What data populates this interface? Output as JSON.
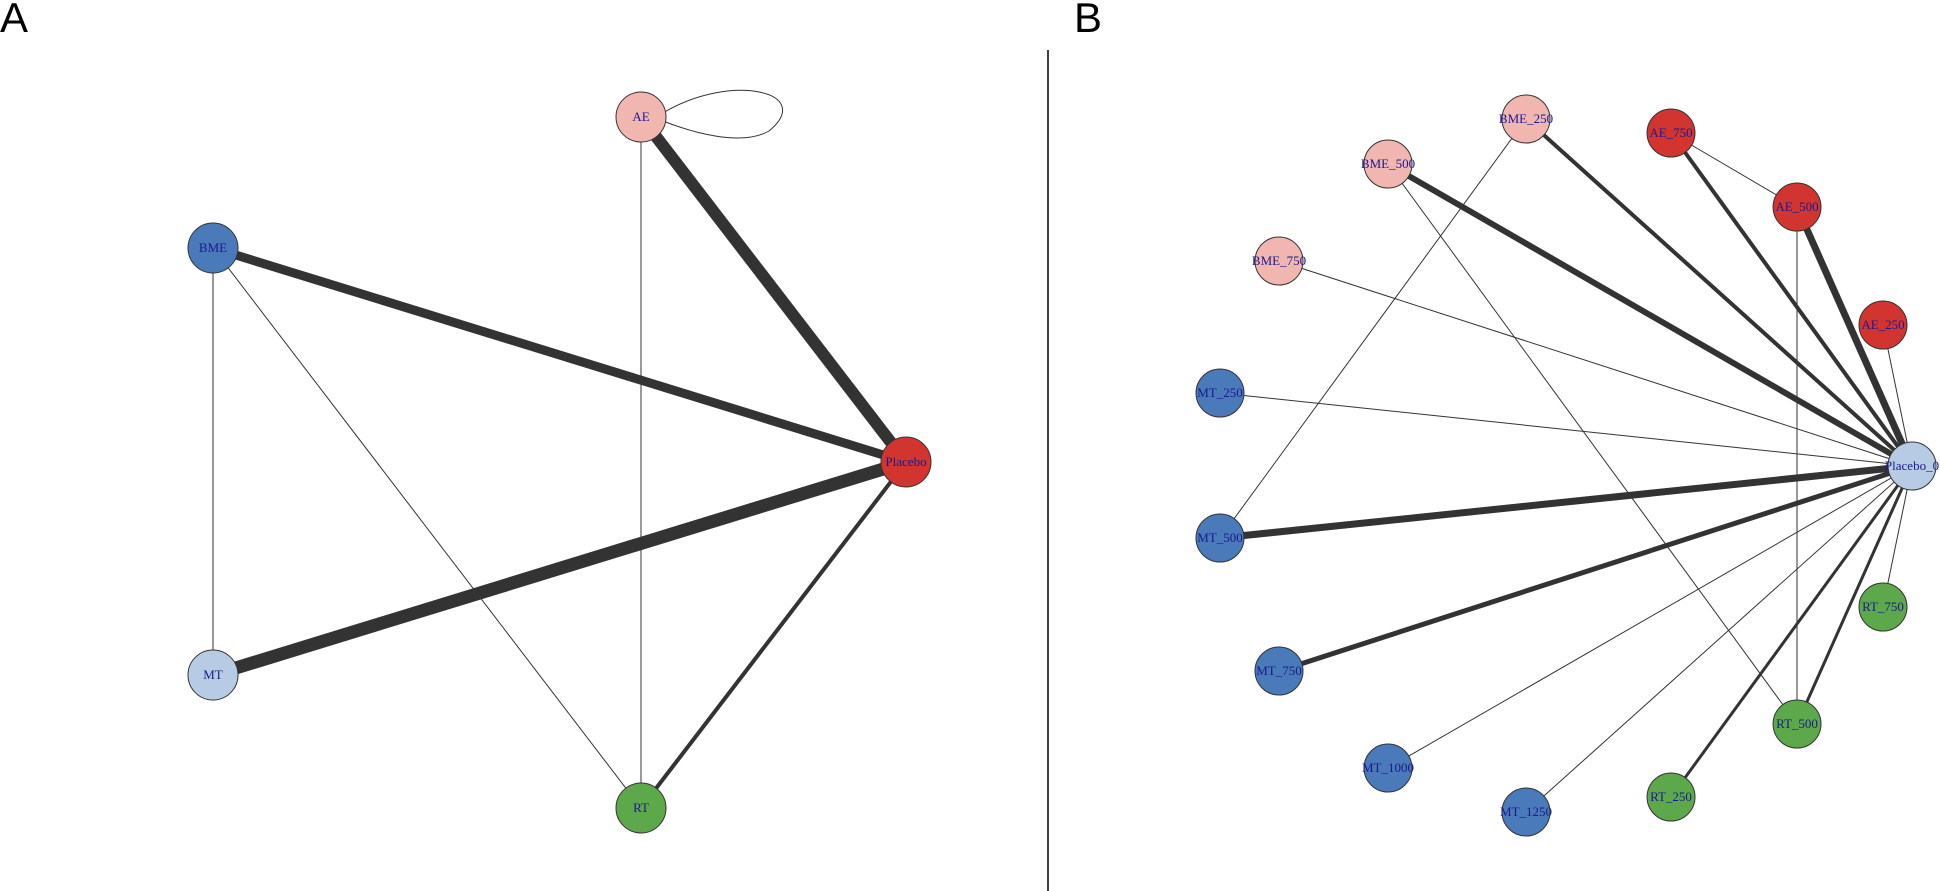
{
  "panels": [
    {
      "label": "A",
      "nodes": [
        {
          "id": "AE",
          "label": "AE",
          "color": "#f2b6b1"
        },
        {
          "id": "BME",
          "label": "BME",
          "color": "#4a7ab9"
        },
        {
          "id": "Placebo",
          "label": "Placebo",
          "color": "#d2352f"
        },
        {
          "id": "MT",
          "label": "MT",
          "color": "#b7cce4"
        },
        {
          "id": "RT",
          "label": "RT",
          "color": "#5ea84c"
        }
      ],
      "edges": [
        {
          "from": "AE",
          "to": "Placebo",
          "weight": 12
        },
        {
          "from": "AE",
          "to": "RT",
          "weight": 1
        },
        {
          "from": "AE",
          "to": "AE",
          "weight": 1
        },
        {
          "from": "BME",
          "to": "Placebo",
          "weight": 9
        },
        {
          "from": "BME",
          "to": "MT",
          "weight": 1
        },
        {
          "from": "BME",
          "to": "RT",
          "weight": 1
        },
        {
          "from": "MT",
          "to": "Placebo",
          "weight": 13
        },
        {
          "from": "RT",
          "to": "Placebo",
          "weight": 4
        }
      ]
    },
    {
      "label": "B",
      "nodes": [
        {
          "id": "BME_250",
          "label": "BME_250",
          "color": "#f2b6b1"
        },
        {
          "id": "AE_750",
          "label": "AE_750",
          "color": "#d2352f"
        },
        {
          "id": "BME_500",
          "label": "BME_500",
          "color": "#f2b6b1"
        },
        {
          "id": "AE_500",
          "label": "AE_500",
          "color": "#d2352f"
        },
        {
          "id": "BME_750",
          "label": "BME_750",
          "color": "#f2b6b1"
        },
        {
          "id": "AE_250",
          "label": "AE_250",
          "color": "#d2352f"
        },
        {
          "id": "MT_250",
          "label": "MT_250",
          "color": "#4a7ab9"
        },
        {
          "id": "Placebo_0",
          "label": "Placebo_0",
          "color": "#b7cce4"
        },
        {
          "id": "MT_500",
          "label": "MT_500",
          "color": "#4a7ab9"
        },
        {
          "id": "RT_750",
          "label": "RT_750",
          "color": "#5ea84c"
        },
        {
          "id": "MT_750",
          "label": "MT_750",
          "color": "#4a7ab9"
        },
        {
          "id": "RT_500",
          "label": "RT_500",
          "color": "#5ea84c"
        },
        {
          "id": "MT_1000",
          "label": "MT_1000",
          "color": "#4a7ab9"
        },
        {
          "id": "RT_250",
          "label": "RT_250",
          "color": "#5ea84c"
        },
        {
          "id": "MT_1250",
          "label": "MT_1250",
          "color": "#4a7ab9"
        }
      ],
      "edges": [
        {
          "from": "BME_250",
          "to": "Placebo_0",
          "weight": 4
        },
        {
          "from": "BME_250",
          "to": "MT_500",
          "weight": 1
        },
        {
          "from": "BME_500",
          "to": "Placebo_0",
          "weight": 6
        },
        {
          "from": "BME_500",
          "to": "RT_500",
          "weight": 1
        },
        {
          "from": "BME_750",
          "to": "Placebo_0",
          "weight": 1
        },
        {
          "from": "AE_750",
          "to": "Placebo_0",
          "weight": 4
        },
        {
          "from": "AE_750",
          "to": "AE_500",
          "weight": 1
        },
        {
          "from": "AE_500",
          "to": "Placebo_0",
          "weight": 7
        },
        {
          "from": "AE_500",
          "to": "RT_500",
          "weight": 1
        },
        {
          "from": "AE_250",
          "to": "Placebo_0",
          "weight": 1
        },
        {
          "from": "MT_250",
          "to": "Placebo_0",
          "weight": 1
        },
        {
          "from": "MT_500",
          "to": "Placebo_0",
          "weight": 7
        },
        {
          "from": "MT_750",
          "to": "Placebo_0",
          "weight": 5
        },
        {
          "from": "MT_1000",
          "to": "Placebo_0",
          "weight": 1
        },
        {
          "from": "MT_1250",
          "to": "Placebo_0",
          "weight": 1
        },
        {
          "from": "RT_250",
          "to": "Placebo_0",
          "weight": 3
        },
        {
          "from": "RT_500",
          "to": "Placebo_0",
          "weight": 3
        },
        {
          "from": "RT_750",
          "to": "Placebo_0",
          "weight": 1
        }
      ]
    }
  ]
}
